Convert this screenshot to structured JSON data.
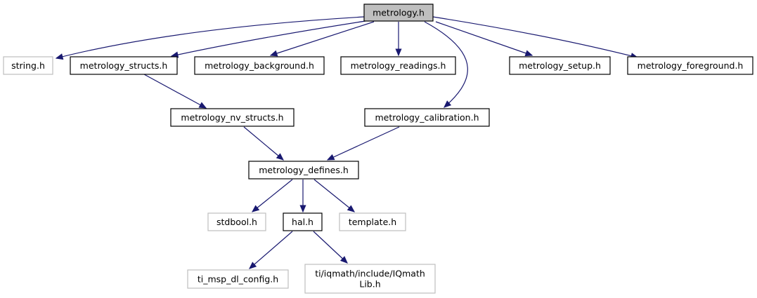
{
  "diagram": {
    "type": "include-dependency-graph",
    "colors": {
      "edge": "#191970",
      "root_fill": "#bfbfbf",
      "node_border": "#000000",
      "external_border": "#bfbfbf",
      "text": "#000000"
    },
    "nodes": [
      {
        "id": "metrology_h",
        "lines": [
          "metrology.h"
        ],
        "kind": "root"
      },
      {
        "id": "string_h",
        "lines": [
          "string.h"
        ],
        "kind": "external"
      },
      {
        "id": "metrology_structs_h",
        "lines": [
          "metrology_structs.h"
        ],
        "kind": "documented"
      },
      {
        "id": "metrology_background_h",
        "lines": [
          "metrology_background.h"
        ],
        "kind": "documented"
      },
      {
        "id": "metrology_readings_h",
        "lines": [
          "metrology_readings.h"
        ],
        "kind": "documented"
      },
      {
        "id": "metrology_setup_h",
        "lines": [
          "metrology_setup.h"
        ],
        "kind": "documented"
      },
      {
        "id": "metrology_foreground_h",
        "lines": [
          "metrology_foreground.h"
        ],
        "kind": "documented"
      },
      {
        "id": "metrology_nv_structs_h",
        "lines": [
          "metrology_nv_structs.h"
        ],
        "kind": "documented"
      },
      {
        "id": "metrology_calibration_h",
        "lines": [
          "metrology_calibration.h"
        ],
        "kind": "documented"
      },
      {
        "id": "metrology_defines_h",
        "lines": [
          "metrology_defines.h"
        ],
        "kind": "documented"
      },
      {
        "id": "stdbool_h",
        "lines": [
          "stdbool.h"
        ],
        "kind": "external"
      },
      {
        "id": "hal_h",
        "lines": [
          "hal.h"
        ],
        "kind": "documented"
      },
      {
        "id": "template_h",
        "lines": [
          "template.h"
        ],
        "kind": "external"
      },
      {
        "id": "ti_msp_dl_config_h",
        "lines": [
          "ti_msp_dl_config.h"
        ],
        "kind": "external"
      },
      {
        "id": "iqmathlib_h",
        "lines": [
          "ti/iqmath/include/IQmath",
          "Lib.h"
        ],
        "kind": "external"
      }
    ],
    "edges": [
      {
        "from": "metrology_h",
        "to": "string_h"
      },
      {
        "from": "metrology_h",
        "to": "metrology_structs_h"
      },
      {
        "from": "metrology_h",
        "to": "metrology_background_h"
      },
      {
        "from": "metrology_h",
        "to": "metrology_readings_h"
      },
      {
        "from": "metrology_h",
        "to": "metrology_setup_h"
      },
      {
        "from": "metrology_h",
        "to": "metrology_foreground_h"
      },
      {
        "from": "metrology_h",
        "to": "metrology_calibration_h"
      },
      {
        "from": "metrology_structs_h",
        "to": "metrology_nv_structs_h"
      },
      {
        "from": "metrology_nv_structs_h",
        "to": "metrology_defines_h"
      },
      {
        "from": "metrology_calibration_h",
        "to": "metrology_defines_h"
      },
      {
        "from": "metrology_defines_h",
        "to": "stdbool_h"
      },
      {
        "from": "metrology_defines_h",
        "to": "hal_h"
      },
      {
        "from": "metrology_defines_h",
        "to": "template_h"
      },
      {
        "from": "hal_h",
        "to": "ti_msp_dl_config_h"
      },
      {
        "from": "hal_h",
        "to": "iqmathlib_h"
      }
    ]
  }
}
